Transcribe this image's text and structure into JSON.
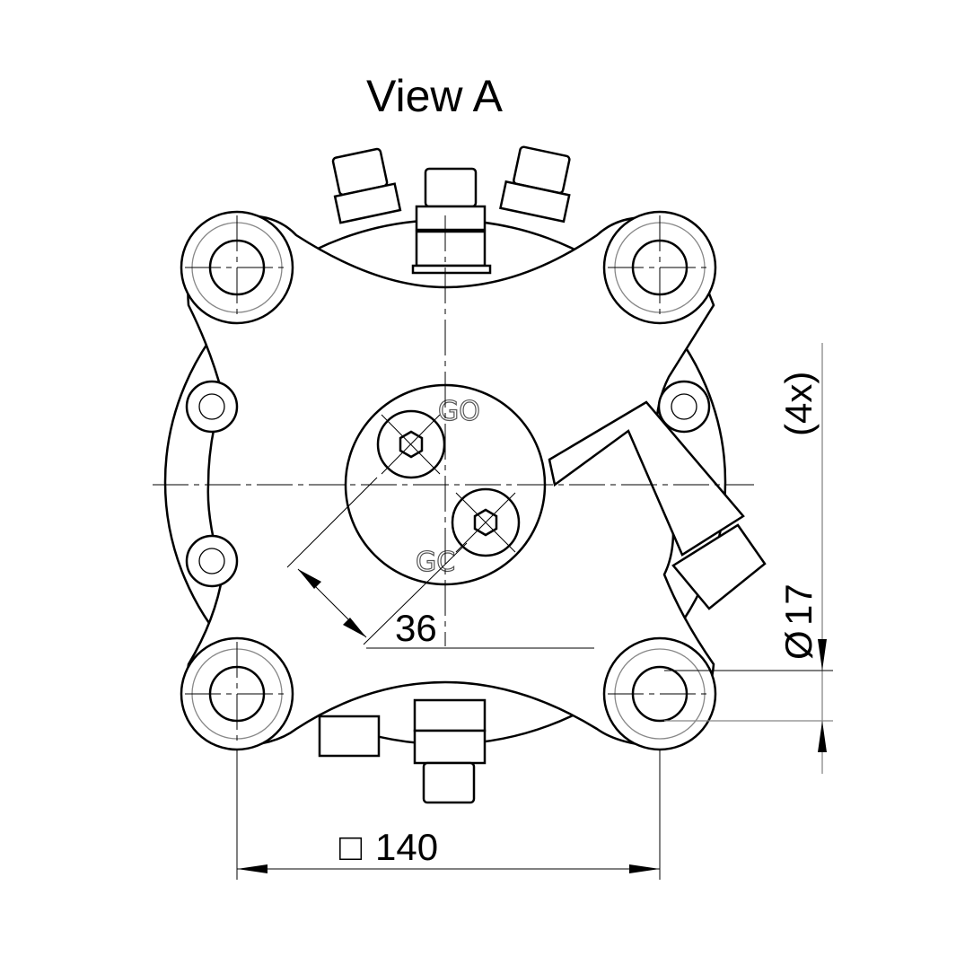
{
  "title": "View A",
  "labels": {
    "valve_open": "GO",
    "valve_close": "GC"
  },
  "dimensions": {
    "square_symbol": "□",
    "square_size": "140",
    "screw_spacing": "36",
    "hole_diameter_symbol": "Ø",
    "hole_diameter": "17",
    "hole_count": "(4x)"
  }
}
